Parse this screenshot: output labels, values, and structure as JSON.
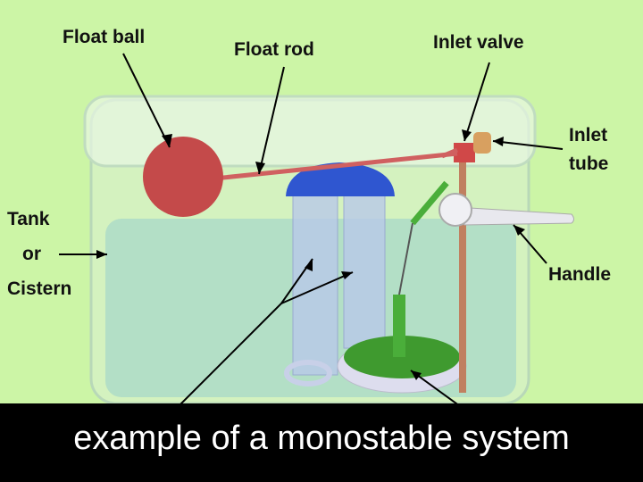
{
  "labels": {
    "float_ball": "Float ball",
    "float_rod": "Float rod",
    "inlet_valve": "Inlet valve",
    "inlet_tube_1": "Inlet",
    "inlet_tube_2": "tube",
    "tank_1": "Tank",
    "tank_2": "or",
    "tank_3": "Cistern",
    "handle": "Handle"
  },
  "caption": "example of a monostable system",
  "colors": {
    "background": "#ccf5a6",
    "float_ball": "#c44a4a",
    "flush_cap": "#2f56d0",
    "flapper": "#3f9a2f",
    "water": "#a8d8c8"
  }
}
